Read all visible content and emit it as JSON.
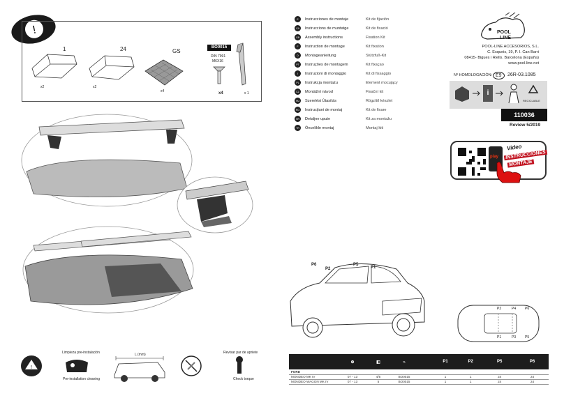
{
  "parts": {
    "label_1": "1",
    "qty_1": "x2",
    "label_24": "24",
    "qty_24": "x2",
    "label_gs": "GS",
    "qty_gs": "x4",
    "code": "BO0015",
    "din": "DIN 7991",
    "bolt": "M6X16",
    "qty_bolt": "x4",
    "qty_key": "x 1"
  },
  "languages": [
    {
      "code": "E",
      "name": "Instrucciones de montaje",
      "value": "Kit de fijación"
    },
    {
      "code": "CA",
      "name": "Instruccions de muntatge",
      "value": "Kit de fixació"
    },
    {
      "code": "GB",
      "name": "Assembly instructions",
      "value": "Fixation Kit"
    },
    {
      "code": "F",
      "name": "Instruction de montage",
      "value": "Kit fixation"
    },
    {
      "code": "D",
      "name": "Montageanleitung",
      "value": "Stützfuß-Kit"
    },
    {
      "code": "PT",
      "name": "Instruções de montagem",
      "value": "Kit fixaçao"
    },
    {
      "code": "I",
      "name": "Instruzioni di montaggio",
      "value": "Kit di fissaggio"
    },
    {
      "code": "PL",
      "name": "Instrukcja montażu",
      "value": "Element mocujący"
    },
    {
      "code": "CZ",
      "name": "Montážní návod",
      "value": "Fixační kit"
    },
    {
      "code": "HU",
      "name": "Szerelési Útasítás",
      "value": "Rögzítő készlet"
    },
    {
      "code": "RO",
      "name": "Instrucțiuni de montaj",
      "value": "Kit de fixare"
    },
    {
      "code": "HR",
      "name": "Detaljne upute",
      "value": "Kit za montažu"
    },
    {
      "code": "TR",
      "name": "Öncelikle montaj",
      "value": "Montaj kiti"
    }
  ],
  "company": {
    "brand_top": "POOL",
    "brand_bottom": "LINE",
    "name": "POOL-LINE ACCESORIOS, S.L.",
    "addr1": "C. Esqueis, 19, P. I. Can Barri",
    "addr2": "08415- Bigues i Riells. Barcelona (España)",
    "web": "www.pool-line.net"
  },
  "homologation": {
    "label": "Nº HOMOLOGACIÓN:",
    "mark": "E9",
    "number": "26R-03.1085"
  },
  "recycle_label": "RECICLABLE",
  "product_code": "110036",
  "review": "Review 5/2019",
  "video": {
    "line1": "Video",
    "line2": "INSTRUCCIONES",
    "line3": "MONTAJE",
    "play": "play"
  },
  "car_positions": {
    "p6": "P6",
    "p2": "P2",
    "p5": "P5",
    "p1": "P1",
    "p4": "P4",
    "p3": "P3"
  },
  "steps": {
    "cleaning_top": "Limpieza pre-instalación",
    "cleaning_bottom": "Pre-installation cleaning",
    "measure_label": "L (mm)",
    "torque_top": "Revisar par de apriete",
    "torque_bottom": "Check torque"
  },
  "table": {
    "headers": [
      "",
      "",
      "",
      "",
      "",
      "P1",
      "P2",
      "P5",
      "P6"
    ],
    "rows": [
      {
        "model": "FORD",
        "years": "",
        "doors": "",
        "kit": "",
        "p1": "",
        "p2": "",
        "p5": "",
        "p6": ""
      },
      {
        "model": "MONDEO MK IV",
        "years": "07 - 13",
        "doors": "4/5",
        "kit": "BO0015",
        "p1": "1",
        "p2": "1",
        "p5": "24",
        "p6": "24"
      },
      {
        "model": "MONDEO WAGON MK IV",
        "years": "07 - 13",
        "doors": "5",
        "kit": "BO0015",
        "p1": "1",
        "p2": "1",
        "p5": "24",
        "p6": "24"
      }
    ]
  }
}
